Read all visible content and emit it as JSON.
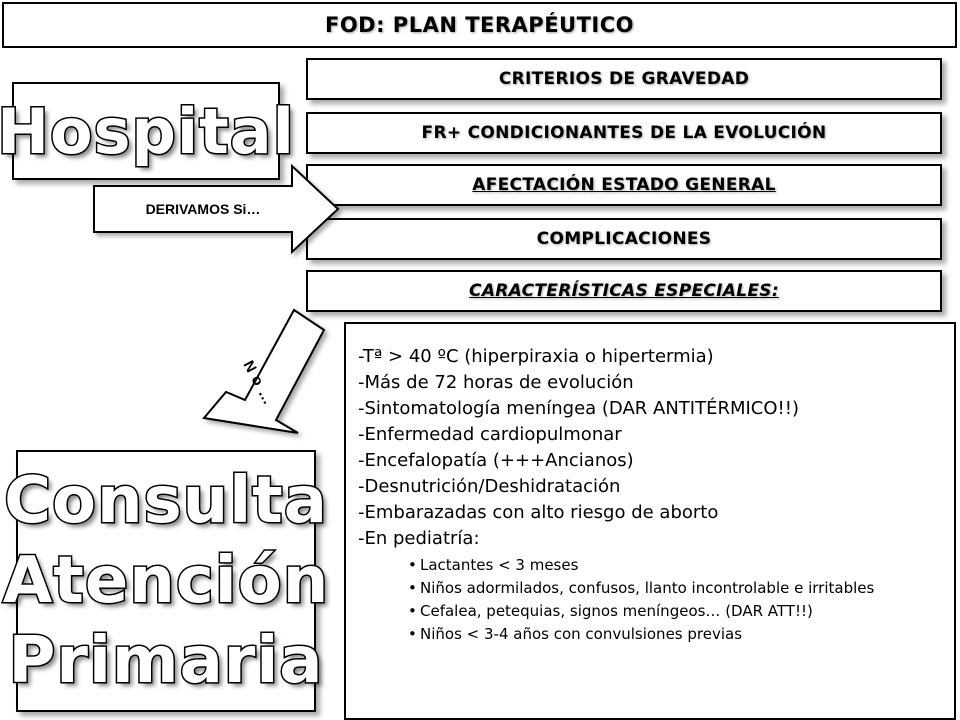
{
  "title": "FOD: PLAN TERAPÉUTICO",
  "criteria": [
    "CRITERIOS DE GRAVEDAD",
    "FR+ CONDICIONANTES DE LA EVOLUCIÓN",
    "AFECTACIÓN ESTADO GENERAL",
    "COMPLICACIONES",
    "CARACTERÍSTICAS ESPECIALES:"
  ],
  "hospital_label": "Hospital",
  "derive_arrow_label": "DERIVAMOS Si…",
  "no_arrow_label": "No…",
  "consulta_lines": [
    "Consulta",
    "Atención",
    "Primaria"
  ],
  "special_features": [
    "-Tª > 40 ºC (hiperpiraxia o hipertermia)",
    "-Más de 72 horas de evolución",
    "-Sintomatología meníngea (DAR ANTITÉRMICO!!)",
    "-Enfermedad cardiopulmonar",
    "-Encefalopatía (+++Ancianos)",
    "-Desnutrición/Deshidratación",
    "-Embarazadas con alto riesgo de aborto",
    "-En pediatría:"
  ],
  "pediatric_features": [
    "Lactantes < 3 meses",
    "Niños adormilados, confusos, llanto incontrolable e irritables",
    "Cefalea, petequias, signos meníngeos… (DAR ATT!!)",
    "Niños < 3-4 años con convulsiones previas"
  ]
}
